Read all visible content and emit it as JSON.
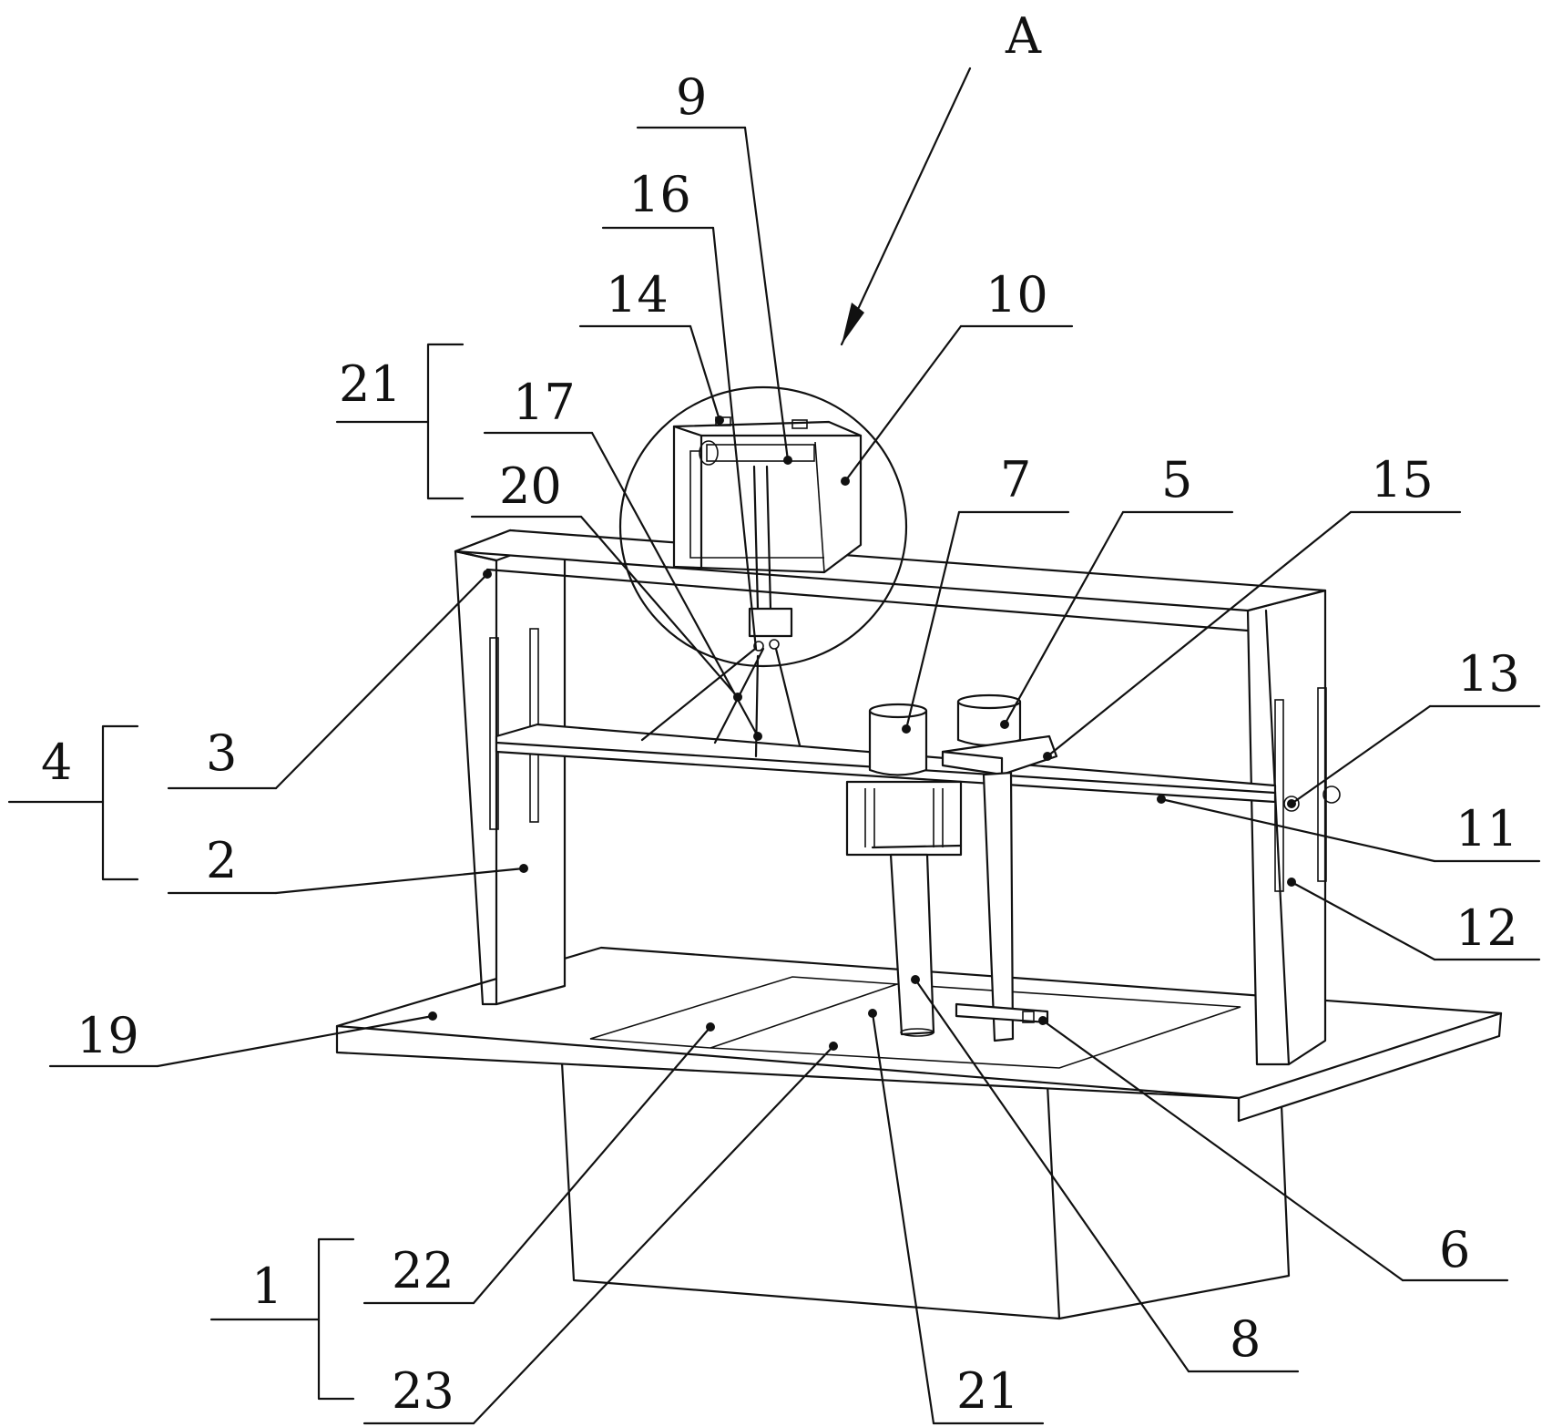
{
  "view_label": "A",
  "labels": {
    "l9": "9",
    "l16": "16",
    "l14": "14",
    "l10": "10",
    "l21_top": "21",
    "l17": "17",
    "l20": "20",
    "l7": "7",
    "l5": "5",
    "l15": "15",
    "l13": "13",
    "l4": "4",
    "l3": "3",
    "l11": "11",
    "l2": "2",
    "l12": "12",
    "l19": "19",
    "l6": "6",
    "l1": "1",
    "l22": "22",
    "l8": "8",
    "l23": "23",
    "l21_bottom": "21"
  },
  "colors": {
    "line": "#111111",
    "background": "#ffffff"
  }
}
